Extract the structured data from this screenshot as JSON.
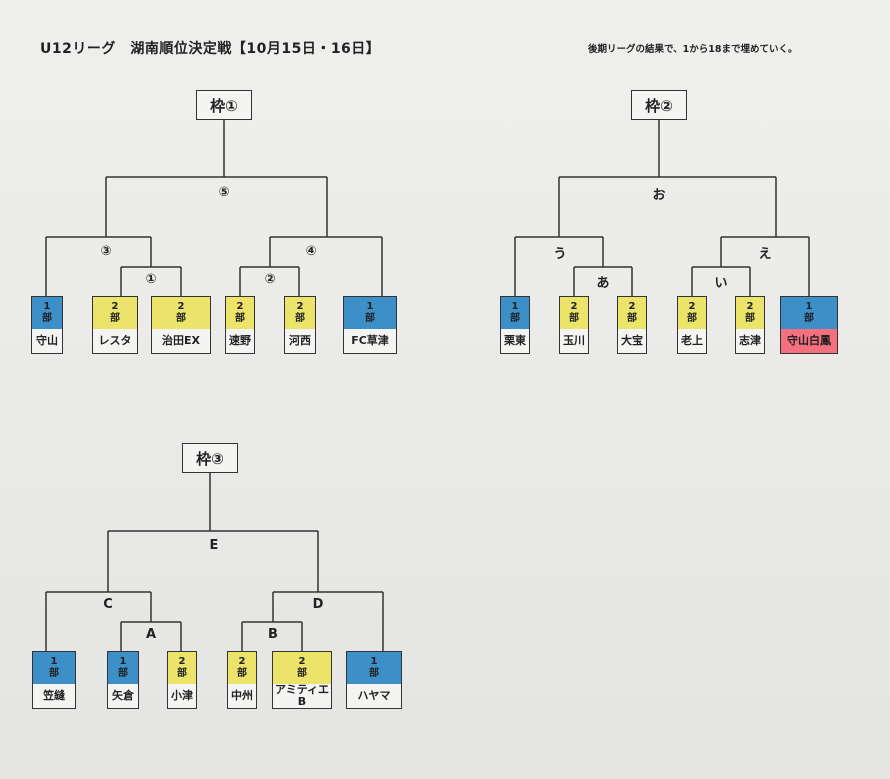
{
  "header": {
    "title": "U12リーグ　湖南順位決定戦【10月15日・16日】",
    "note": "後期リーグの結果で、1から18まで埋めていく。"
  },
  "brackets": [
    {
      "frame": "枠①",
      "matches": [
        "⑤",
        "③",
        "④",
        "①",
        "②"
      ],
      "teams": [
        {
          "div": [
            "1",
            "部"
          ],
          "name": "守山"
        },
        {
          "div": [
            "2",
            "部"
          ],
          "name": "レスタ"
        },
        {
          "div": [
            "2",
            "部"
          ],
          "name": "治田EX"
        },
        {
          "div": [
            "2",
            "部"
          ],
          "name": "速野"
        },
        {
          "div": [
            "2",
            "部"
          ],
          "name": "河西"
        },
        {
          "div": [
            "1",
            "部"
          ],
          "name": "FC草津"
        }
      ]
    },
    {
      "frame": "枠②",
      "matches": [
        "お",
        "う",
        "え",
        "あ",
        "い"
      ],
      "teams": [
        {
          "div": [
            "1",
            "部"
          ],
          "name": "栗東"
        },
        {
          "div": [
            "2",
            "部"
          ],
          "name": "玉川"
        },
        {
          "div": [
            "2",
            "部"
          ],
          "name": "大宝"
        },
        {
          "div": [
            "2",
            "部"
          ],
          "name": "老上"
        },
        {
          "div": [
            "2",
            "部"
          ],
          "name": "志津"
        },
        {
          "div": [
            "1",
            "部"
          ],
          "name": "守山白鳳"
        }
      ]
    },
    {
      "frame": "枠③",
      "matches": [
        "E",
        "C",
        "D",
        "A",
        "B"
      ],
      "teams": [
        {
          "div": [
            "1",
            "部"
          ],
          "name": "笠縫"
        },
        {
          "div": [
            "1",
            "部"
          ],
          "name": "矢倉"
        },
        {
          "div": [
            "2",
            "部"
          ],
          "name": "小津"
        },
        {
          "div": [
            "2",
            "部"
          ],
          "name": "中州"
        },
        {
          "div": [
            "2",
            "部"
          ],
          "name": "アミティエ B"
        },
        {
          "div": [
            "1",
            "部"
          ],
          "name": "ハヤマ"
        }
      ]
    }
  ],
  "colors": {
    "division1": "#3d8fc7",
    "division2": "#ece46a",
    "highlight": "#f4707e"
  }
}
